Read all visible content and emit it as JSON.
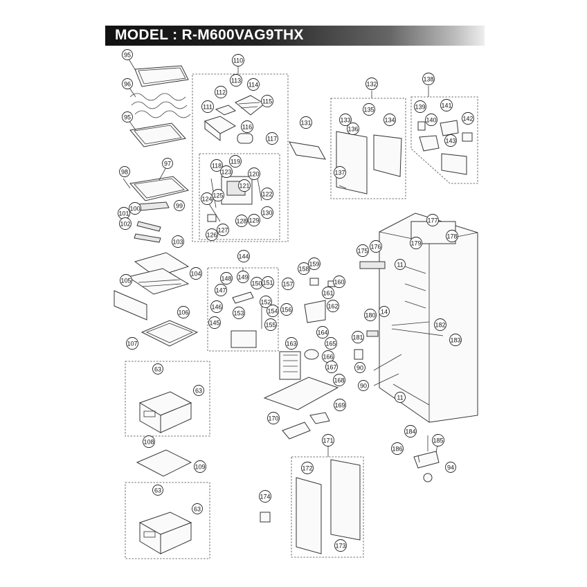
{
  "header": {
    "title": "MODEL : R-M600VAG9THX"
  },
  "colors": {
    "banner_dark": "#111111",
    "banner_light": "#eeeeee",
    "line": "#333333"
  },
  "callouts": [
    {
      "id": "c95a",
      "label": "95"
    },
    {
      "id": "c96",
      "label": "96"
    },
    {
      "id": "c95b",
      "label": "95"
    },
    {
      "id": "c98",
      "label": "98"
    },
    {
      "id": "c97",
      "label": "97"
    },
    {
      "id": "c99",
      "label": "99"
    },
    {
      "id": "c101",
      "label": "101"
    },
    {
      "id": "c100",
      "label": "100"
    },
    {
      "id": "c102",
      "label": "102"
    },
    {
      "id": "c103",
      "label": "103"
    },
    {
      "id": "c104",
      "label": "104"
    },
    {
      "id": "c105",
      "label": "105"
    },
    {
      "id": "c106",
      "label": "106"
    },
    {
      "id": "c107",
      "label": "107"
    },
    {
      "id": "c63a",
      "label": "63"
    },
    {
      "id": "c63b",
      "label": "63"
    },
    {
      "id": "c108",
      "label": "108"
    },
    {
      "id": "c109",
      "label": "109"
    },
    {
      "id": "c63c",
      "label": "63"
    },
    {
      "id": "c63d",
      "label": "63"
    },
    {
      "id": "c110",
      "label": "110"
    },
    {
      "id": "c113",
      "label": "113"
    },
    {
      "id": "c114",
      "label": "114"
    },
    {
      "id": "c112",
      "label": "112"
    },
    {
      "id": "c115",
      "label": "115"
    },
    {
      "id": "c111",
      "label": "111"
    },
    {
      "id": "c116",
      "label": "116"
    },
    {
      "id": "c117",
      "label": "117"
    },
    {
      "id": "c118",
      "label": "118"
    },
    {
      "id": "c119",
      "label": "119"
    },
    {
      "id": "c123",
      "label": "123"
    },
    {
      "id": "c120",
      "label": "120"
    },
    {
      "id": "c125",
      "label": "125"
    },
    {
      "id": "c121",
      "label": "121"
    },
    {
      "id": "c122",
      "label": "122"
    },
    {
      "id": "c124",
      "label": "124"
    },
    {
      "id": "c130",
      "label": "130"
    },
    {
      "id": "c128",
      "label": "128"
    },
    {
      "id": "c129",
      "label": "129"
    },
    {
      "id": "c127",
      "label": "127"
    },
    {
      "id": "c126",
      "label": "126"
    },
    {
      "id": "c131",
      "label": "131"
    },
    {
      "id": "c132",
      "label": "132"
    },
    {
      "id": "c135",
      "label": "135"
    },
    {
      "id": "c133",
      "label": "133"
    },
    {
      "id": "c136",
      "label": "136"
    },
    {
      "id": "c134",
      "label": "134"
    },
    {
      "id": "c137",
      "label": "137"
    },
    {
      "id": "c138",
      "label": "138"
    },
    {
      "id": "c139",
      "label": "139"
    },
    {
      "id": "c141",
      "label": "141"
    },
    {
      "id": "c140",
      "label": "140"
    },
    {
      "id": "c142",
      "label": "142"
    },
    {
      "id": "c143",
      "label": "143"
    },
    {
      "id": "c144",
      "label": "144"
    },
    {
      "id": "c148",
      "label": "148"
    },
    {
      "id": "c149",
      "label": "149"
    },
    {
      "id": "c150",
      "label": "150"
    },
    {
      "id": "c151",
      "label": "151"
    },
    {
      "id": "c147",
      "label": "147"
    },
    {
      "id": "c152",
      "label": "152"
    },
    {
      "id": "c146",
      "label": "146"
    },
    {
      "id": "c154",
      "label": "154"
    },
    {
      "id": "c153",
      "label": "153"
    },
    {
      "id": "c145",
      "label": "145"
    },
    {
      "id": "c155",
      "label": "155"
    },
    {
      "id": "c158",
      "label": "158"
    },
    {
      "id": "c159",
      "label": "159"
    },
    {
      "id": "c157",
      "label": "157"
    },
    {
      "id": "c160",
      "label": "160"
    },
    {
      "id": "c161",
      "label": "161"
    },
    {
      "id": "c156",
      "label": "156"
    },
    {
      "id": "c162",
      "label": "162"
    },
    {
      "id": "c164",
      "label": "164"
    },
    {
      "id": "c163",
      "label": "163"
    },
    {
      "id": "c165",
      "label": "165"
    },
    {
      "id": "c166",
      "label": "166"
    },
    {
      "id": "c167",
      "label": "167"
    },
    {
      "id": "c168",
      "label": "168"
    },
    {
      "id": "c169",
      "label": "169"
    },
    {
      "id": "c170",
      "label": "170"
    },
    {
      "id": "c171",
      "label": "171"
    },
    {
      "id": "c172",
      "label": "172"
    },
    {
      "id": "c174",
      "label": "174"
    },
    {
      "id": "c173",
      "label": "173"
    },
    {
      "id": "c177",
      "label": "177"
    },
    {
      "id": "c178",
      "label": "178"
    },
    {
      "id": "c179",
      "label": "179"
    },
    {
      "id": "c175",
      "label": "175"
    },
    {
      "id": "c176",
      "label": "176"
    },
    {
      "id": "c11a",
      "label": "11"
    },
    {
      "id": "c180",
      "label": "180"
    },
    {
      "id": "c14",
      "label": "14"
    },
    {
      "id": "c182",
      "label": "182"
    },
    {
      "id": "c181",
      "label": "181"
    },
    {
      "id": "c183",
      "label": "183"
    },
    {
      "id": "c90a",
      "label": "90"
    },
    {
      "id": "c90b",
      "label": "90"
    },
    {
      "id": "c11b",
      "label": "11"
    },
    {
      "id": "c184",
      "label": "184"
    },
    {
      "id": "c185",
      "label": "185"
    },
    {
      "id": "c186",
      "label": "186"
    },
    {
      "id": "c94",
      "label": "94"
    }
  ]
}
